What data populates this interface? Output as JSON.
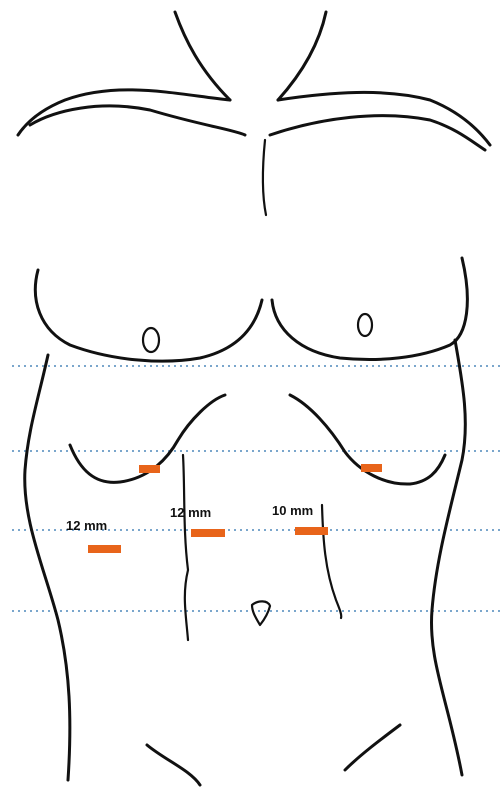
{
  "figure": {
    "background_color": "#ffffff",
    "outline_color": "#111111",
    "guide_line_color": "#7aa6cc",
    "port_color": "#e8641a"
  },
  "port_labels": [
    {
      "id": "left-lateral",
      "text": "12 mm"
    },
    {
      "id": "left-paramedian",
      "text": "12 mm"
    },
    {
      "id": "right-paramedian",
      "text": "10 mm"
    }
  ],
  "guide_lines": 4,
  "port_sites": 5
}
